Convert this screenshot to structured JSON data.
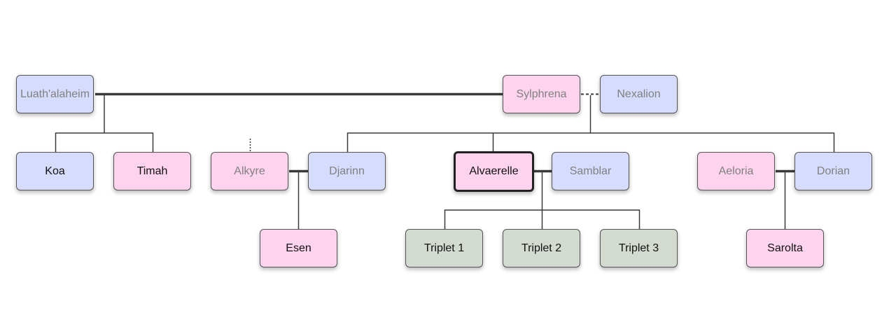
{
  "people": {
    "luath": "Luath'alaheim",
    "sylphrena": "Sylphrena",
    "nexalion": "Nexalion",
    "koa": "Koa",
    "timah": "Timah",
    "alkyre": "Alkyre",
    "djarinn": "Djarinn",
    "alvaerelle": "Alvaerelle",
    "samblar": "Samblar",
    "aeloria": "Aeloria",
    "dorian": "Dorian",
    "esen": "Esen",
    "triplet1": "Triplet 1",
    "triplet2": "Triplet 2",
    "triplet3": "Triplet 3",
    "sarolta": "Sarolta"
  },
  "colors": {
    "male": "#d6dcfd",
    "female": "#fed3ed",
    "child": "#d3dbd0",
    "line": "#3a3a3a",
    "dim_text": "#808080"
  },
  "focused_person": "Alvaerelle"
}
